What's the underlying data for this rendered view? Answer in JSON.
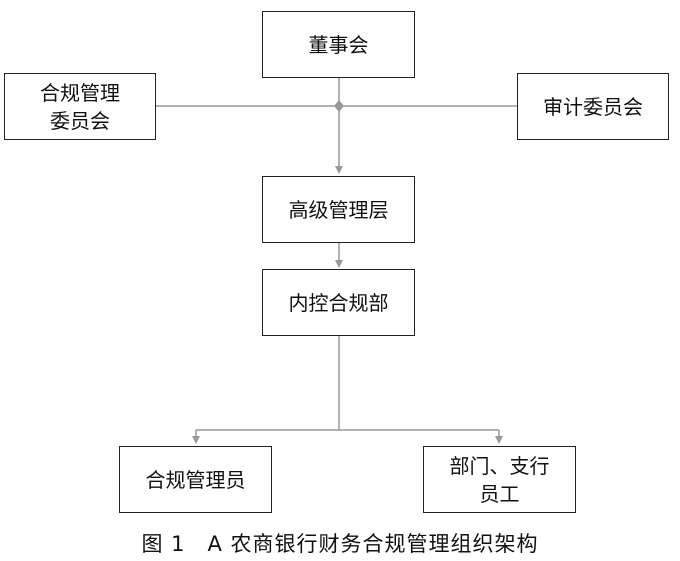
{
  "diagram": {
    "nodes": {
      "board": "董事会",
      "compliance_committee": "合规管理\n委员会",
      "audit_committee": "审计委员会",
      "senior_management": "高级管理层",
      "internal_control": "内控合规部",
      "compliance_officer": "合规管理员",
      "departments": "部门、支行\n员工"
    },
    "caption": "图 1　A 农商银行财务合规管理组织架构"
  }
}
